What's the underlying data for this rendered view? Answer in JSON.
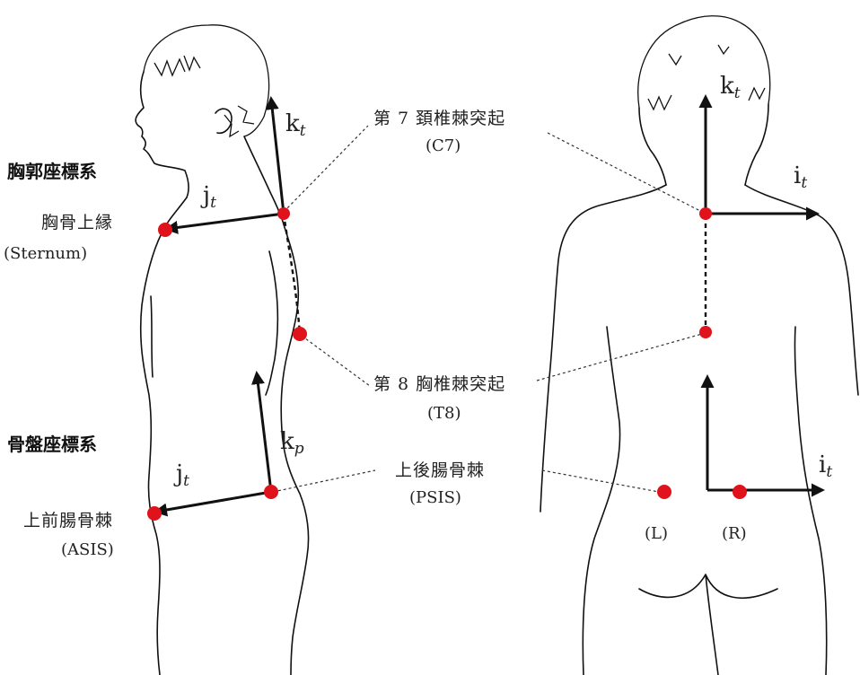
{
  "labels": {
    "thorax_frame": "胸郭座標系",
    "pelvis_frame": "骨盤座標系",
    "sternum_jp": "胸骨上縁",
    "sternum_en": "(Sternum)",
    "asis_jp": "上前腸骨棘",
    "asis_en": "(ASIS)",
    "c7_jp": "第 7 頚椎棘突起",
    "c7_en": "(C7)",
    "t8_jp": "第 8 胸椎棘突起",
    "t8_en": "(T8)",
    "psis_jp": "上後腸骨棘",
    "psis_en": "(PSIS)",
    "left": "(L)",
    "right": "(R)"
  },
  "axes": {
    "kt_side": {
      "base": "k",
      "sub": "t"
    },
    "jt_upper": {
      "base": "j",
      "sub": "t"
    },
    "kp_side": {
      "base": "k",
      "sub": "p"
    },
    "jt_lower": {
      "base": "j",
      "sub": "t"
    },
    "kt_back": {
      "base": "k",
      "sub": "t"
    },
    "it_upper": {
      "base": "i",
      "sub": "t"
    },
    "it_lower": {
      "base": "i",
      "sub": "t"
    }
  },
  "colors": {
    "marker": "#e0121b",
    "line": "#111111"
  }
}
